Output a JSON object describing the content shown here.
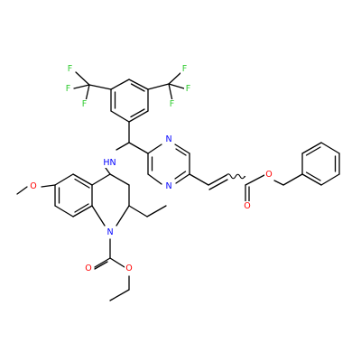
{
  "molecule": {
    "atoms": [
      {
        "id": "f1",
        "text": "F",
        "color": "#33cc33"
      },
      {
        "id": "f2",
        "text": "F",
        "color": "#33cc33"
      },
      {
        "id": "f3",
        "text": "F",
        "color": "#33cc33"
      },
      {
        "id": "f4",
        "text": "F",
        "color": "#33cc33"
      },
      {
        "id": "f5",
        "text": "F",
        "color": "#33cc33"
      },
      {
        "id": "f6",
        "text": "F",
        "color": "#33cc33"
      },
      {
        "id": "nh",
        "text": "HN",
        "color": "#0000ff"
      },
      {
        "id": "n_pyr_top",
        "text": "N",
        "color": "#0000ff"
      },
      {
        "id": "n_pyr_bottom",
        "text": "N",
        "color": "#0000ff"
      },
      {
        "id": "n_quin",
        "text": "N",
        "color": "#0000ff"
      },
      {
        "id": "o_methoxy",
        "text": "O",
        "color": "#ff0000"
      },
      {
        "id": "o_carbamate_eq",
        "text": "O",
        "color": "#ff0000"
      },
      {
        "id": "o_carbamate",
        "text": "O",
        "color": "#ff0000"
      },
      {
        "id": "o_ester_eq",
        "text": "O",
        "color": "#ff0000"
      },
      {
        "id": "o_ester",
        "text": "O",
        "color": "#ff0000"
      }
    ]
  }
}
